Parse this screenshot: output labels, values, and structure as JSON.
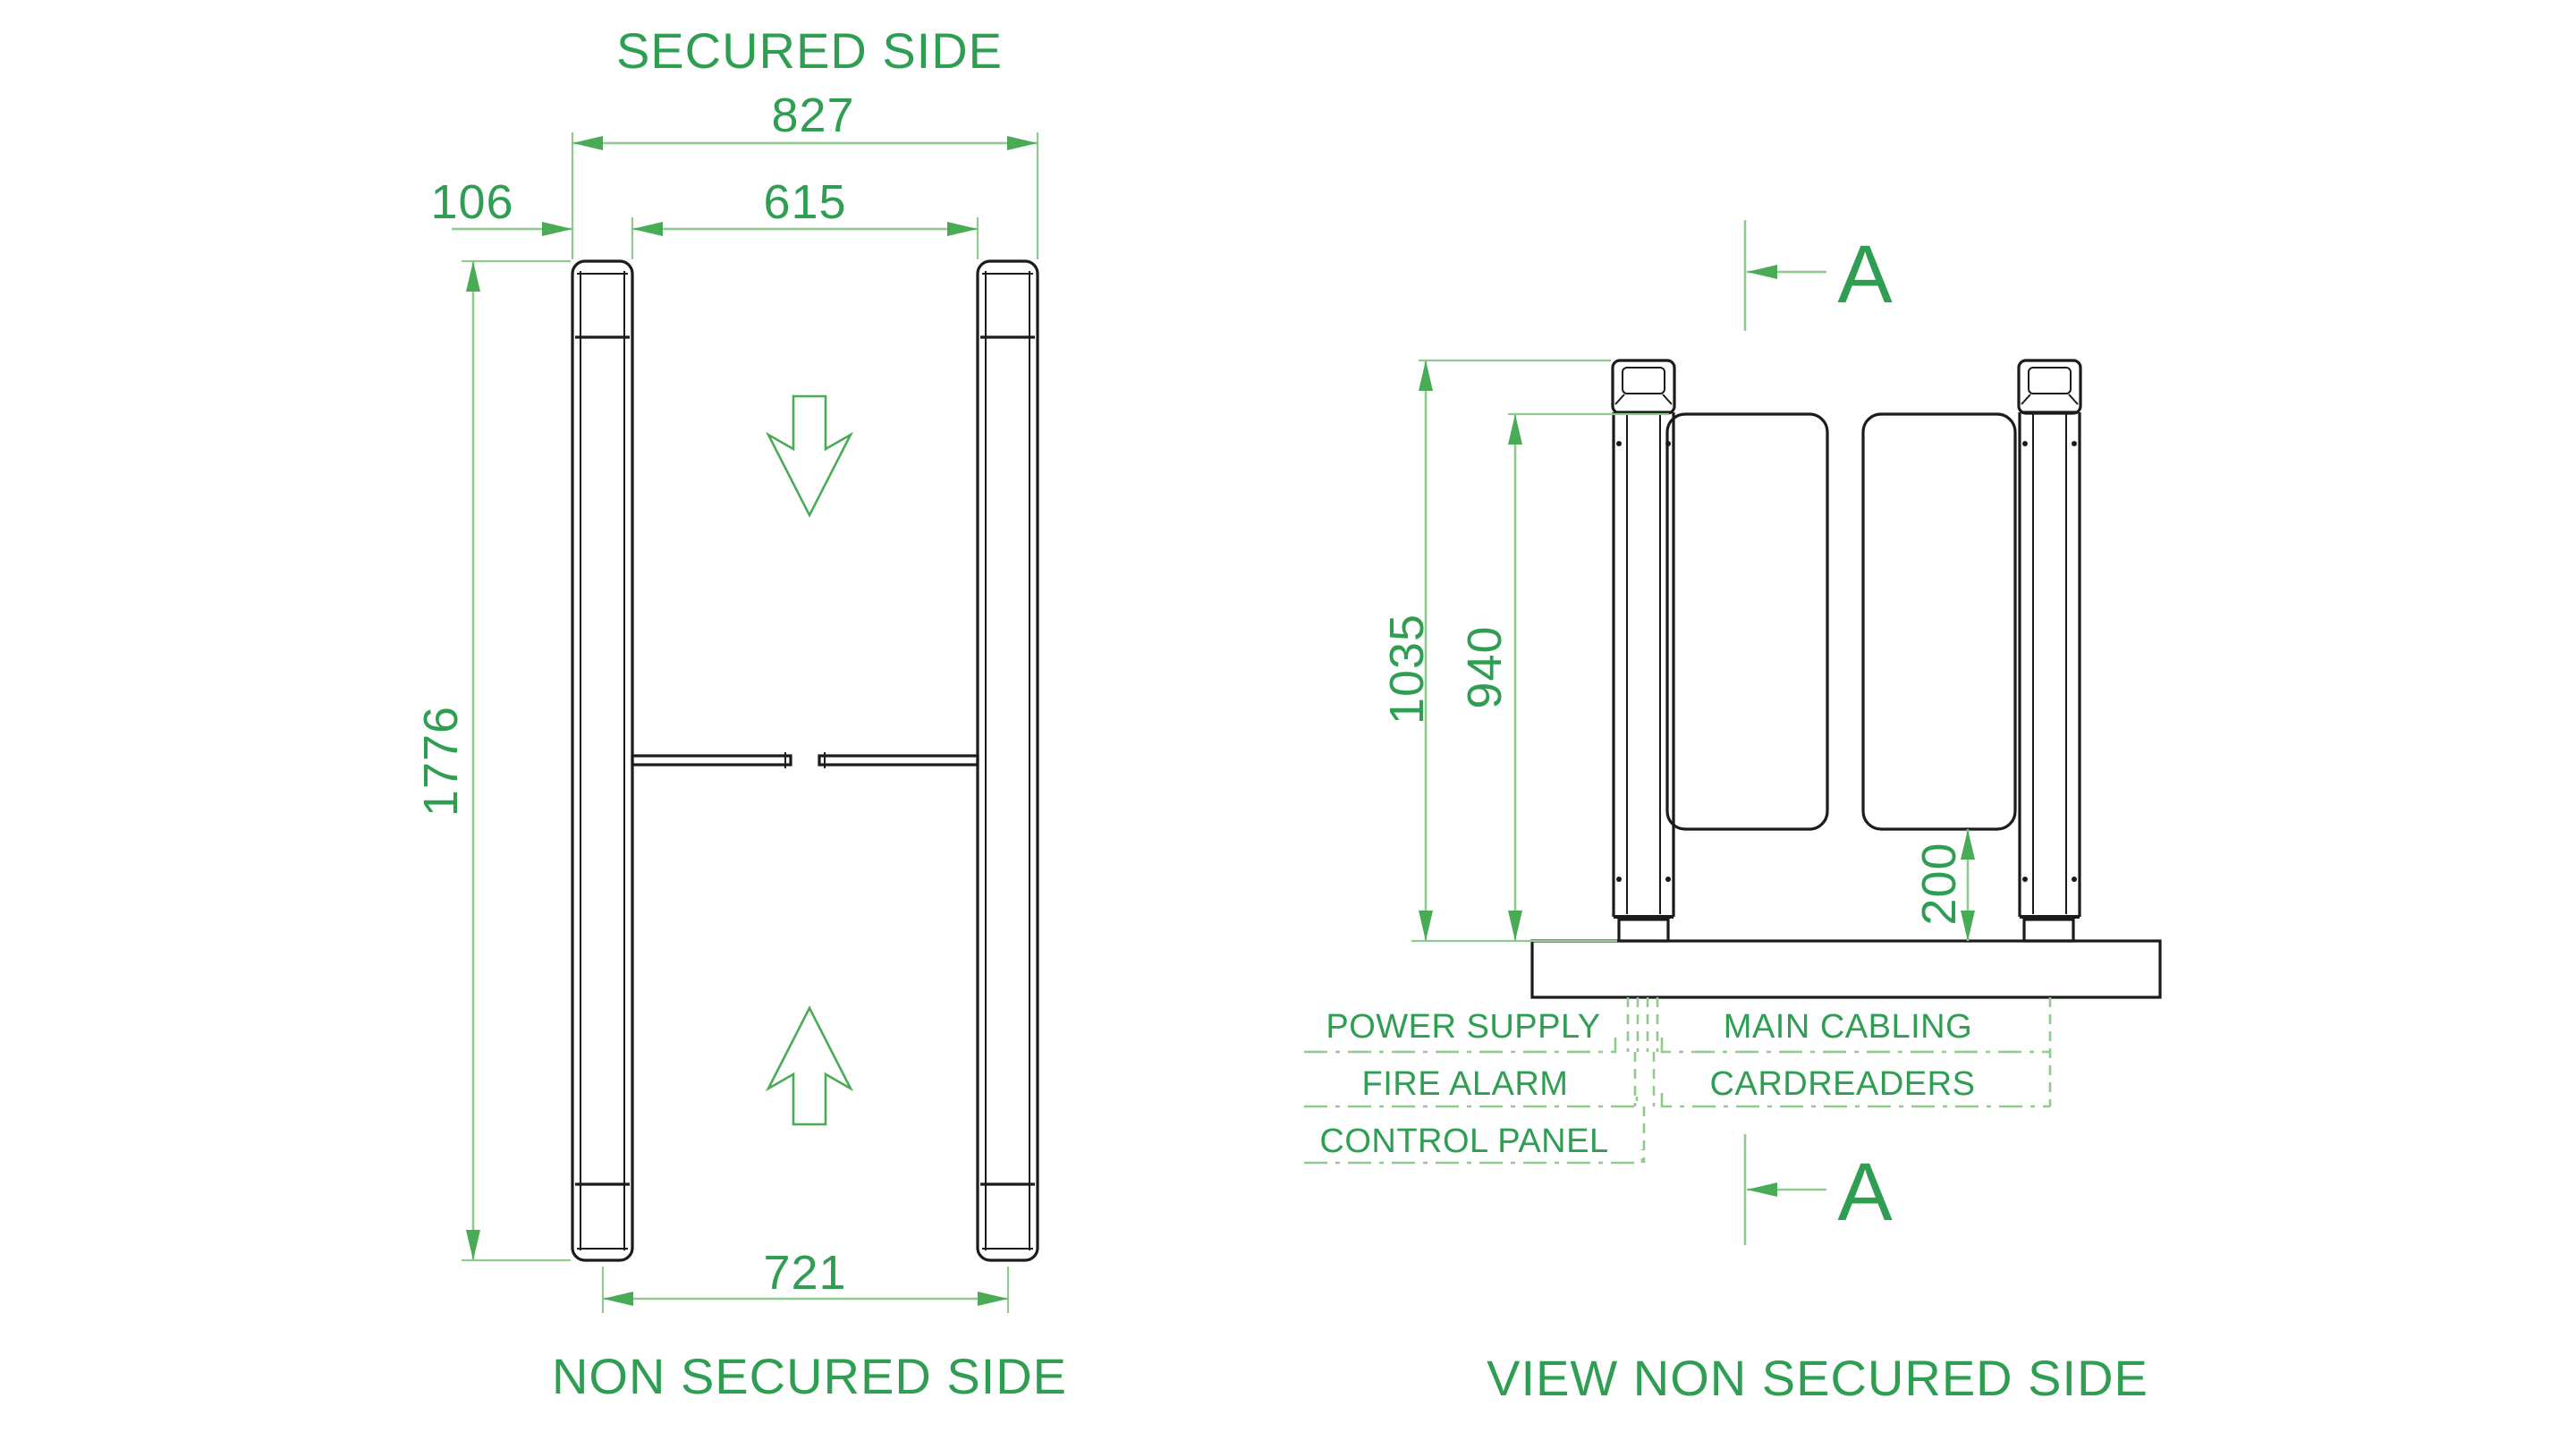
{
  "colors": {
    "text_green": "#2f9e52",
    "line_green": "#90ca8e",
    "arrow_green": "#4aab57",
    "ink": "#1b1b1b"
  },
  "plan_view": {
    "title_top": "SECURED SIDE",
    "title_bottom": "NON SECURED SIDE",
    "dim_overall_width": "827",
    "dim_passage_width": "615",
    "dim_cabinet_width": "106",
    "dim_cabinet_length": "1776",
    "dim_center_distance": "721"
  },
  "elevation_view": {
    "title": "VIEW NON SECURED SIDE",
    "section_label": "A",
    "dim_cabinet_height": "1035",
    "dim_glass_height": "940",
    "dim_glass_clearance": "200",
    "labels": {
      "power_supply": "POWER SUPPLY",
      "main_cabling": "MAIN CABLING",
      "fire_alarm": "FIRE ALARM",
      "cardreaders": "CARDREADERS",
      "control_panel": "CONTROL PANEL"
    }
  }
}
